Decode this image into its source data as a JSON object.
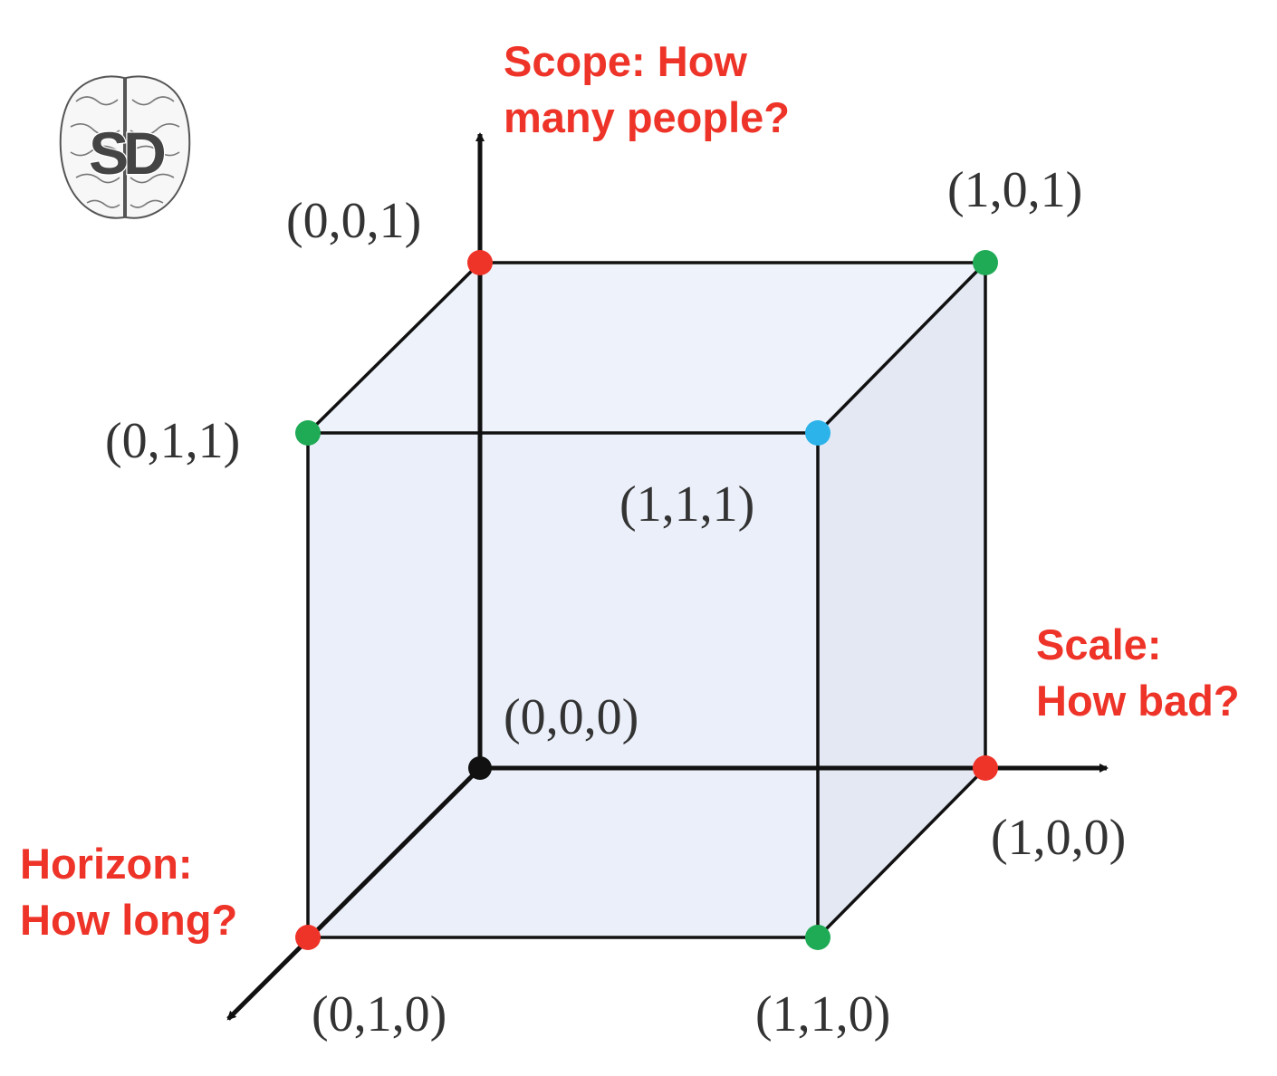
{
  "logo": {
    "text": "SD",
    "icon": "brain-icon"
  },
  "axes": {
    "vertical": {
      "lines": [
        "Scope: How",
        "many people?"
      ]
    },
    "horizontal": {
      "lines": [
        "Scale:",
        "How bad?"
      ]
    },
    "depth": {
      "lines": [
        "Horizon:",
        "How long?"
      ]
    }
  },
  "vertices": {
    "v000": {
      "label": "(0,0,0)",
      "color": "#111111"
    },
    "v001": {
      "label": "(0,0,1)",
      "color": "#ee3328"
    },
    "v100": {
      "label": "(1,0,0)",
      "color": "#ee3328"
    },
    "v010": {
      "label": "(0,1,0)",
      "color": "#ee3328"
    },
    "v011": {
      "label": "(0,1,1)",
      "color": "#1faa55"
    },
    "v101": {
      "label": "(1,0,1)",
      "color": "#1faa55"
    },
    "v110": {
      "label": "(1,1,0)",
      "color": "#1faa55"
    },
    "v111": {
      "label": "(1,1,1)",
      "color": "#2bb3ea"
    }
  },
  "colors": {
    "axis_label": "#ee3328",
    "edge": "#111111",
    "face_front": "#eaeff9",
    "face_right": "#e3e8f3",
    "face_top": "#eef2fa"
  }
}
